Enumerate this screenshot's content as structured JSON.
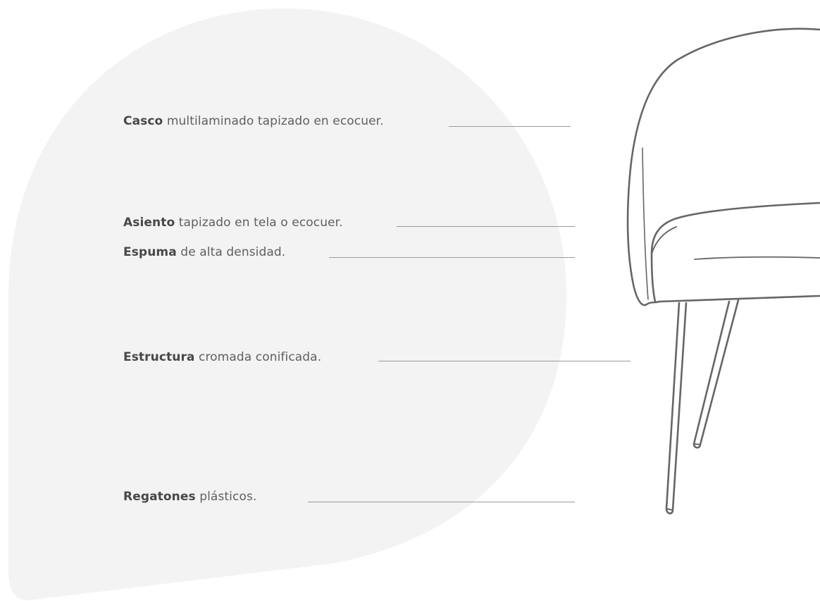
{
  "colors": {
    "background": "#ffffff",
    "blob": "#f3f3f3",
    "text": "#5f5f5f",
    "text_bold": "#474747",
    "leader_line": "#9a9a9a",
    "chair_outline": "#666666"
  },
  "illustration": {
    "icon": "chair-outline-drawing"
  },
  "features": [
    {
      "term": "Casco",
      "text": " multilaminado tapizado en ecocuer."
    },
    {
      "term": "Asiento",
      "text": " tapizado en tela o ecocuer."
    },
    {
      "term": "Espuma",
      "text": " de alta densidad."
    },
    {
      "term": "Estructura",
      "text": " cromada conificada."
    },
    {
      "term": "Regatones",
      "text": " plásticos."
    }
  ]
}
